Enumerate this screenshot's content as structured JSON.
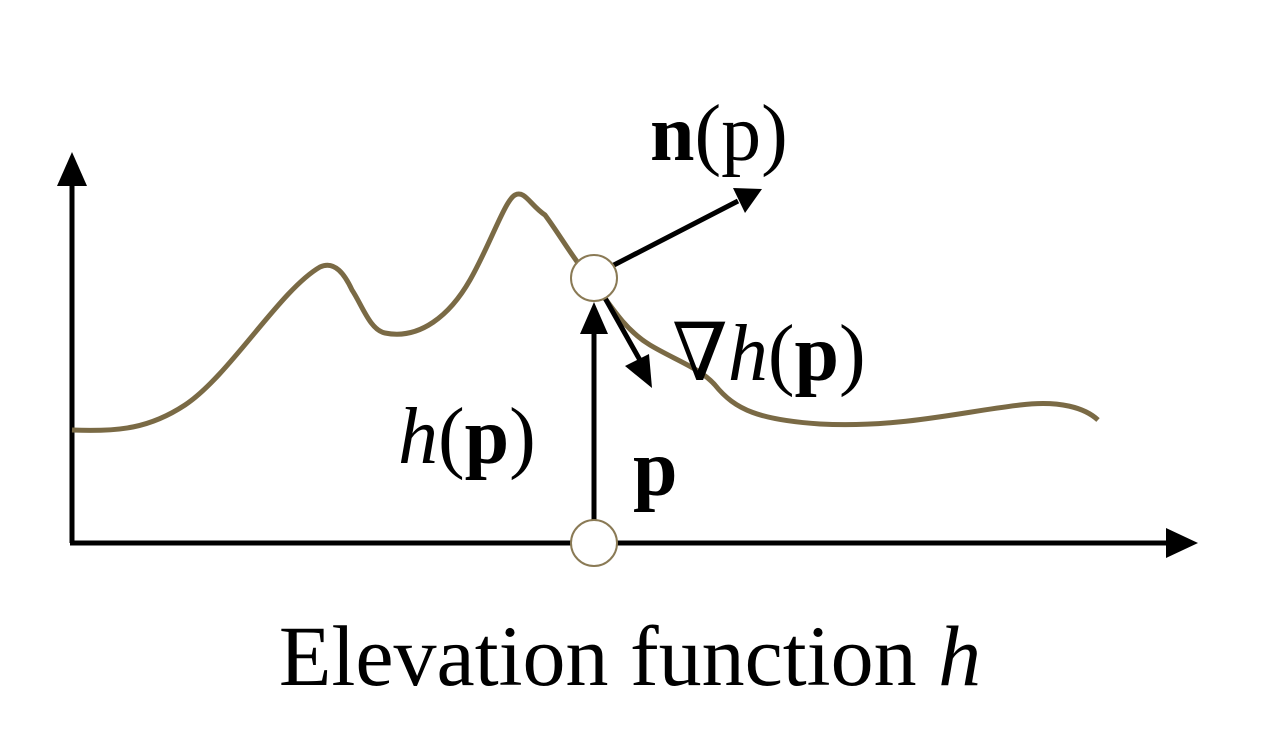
{
  "colors": {
    "curve": "#7a6a45",
    "axes": "#000000",
    "point_fill": "#ffffff",
    "point_stroke": "#8a7a55"
  },
  "labels": {
    "normal": {
      "n": "n",
      "arg": "(p)"
    },
    "gradient": {
      "nabla": "∇",
      "h": "h",
      "open": "(",
      "p": "p",
      "close": ")"
    },
    "height": {
      "h": "h",
      "open": "(",
      "p": "p",
      "close": ")"
    },
    "point": "p",
    "caption_text": "Elevation function ",
    "caption_var": "h"
  }
}
